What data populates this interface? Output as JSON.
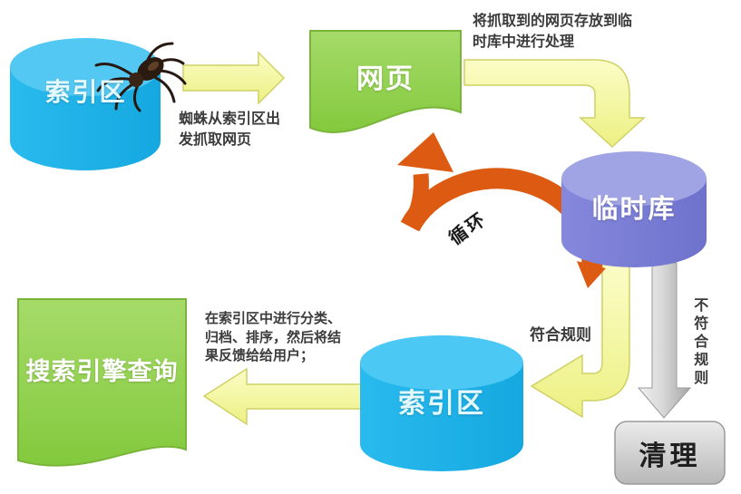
{
  "diagram": {
    "title_hint": "search-engine-crawl-flowchart",
    "nodes": {
      "index_area_top": {
        "label": "索引区"
      },
      "webpage": {
        "label": "网页"
      },
      "temp_db": {
        "label": "临时库"
      },
      "index_area_bottom": {
        "label": "索引区"
      },
      "search_query": {
        "label": "搜索引擎查询"
      },
      "cleanup": {
        "label": "清理"
      }
    },
    "annotations": {
      "spider_crawl": "蜘蛛从索引区出\n发抓取网页",
      "store_to_temp": "将抓取到的网页存放到临\n时库中进行处理",
      "loop": "循环",
      "match_rule": "符合规则",
      "not_match_rule": "不符合规则",
      "index_process": "在索引区中进行分类、\n归档、排序，然后将结\n果反馈给给用户；"
    },
    "icons": {
      "spider": "spider-icon"
    },
    "colors": {
      "cyan_body": "#1db4e9",
      "cyan_top": "#53c8f2",
      "green_fill": "#8ecf4b",
      "green_border": "#79b53a",
      "purple_body": "#7b7ed6",
      "purple_top": "#a0a3e4",
      "yellow_fill": "#f4f7a0",
      "yellow_border": "#cfd165",
      "orange": "#dc5a12",
      "gray_arrow": "#c2c2c2",
      "gray_box": "#cccccc",
      "text_dark": "#3b3b3b"
    }
  }
}
